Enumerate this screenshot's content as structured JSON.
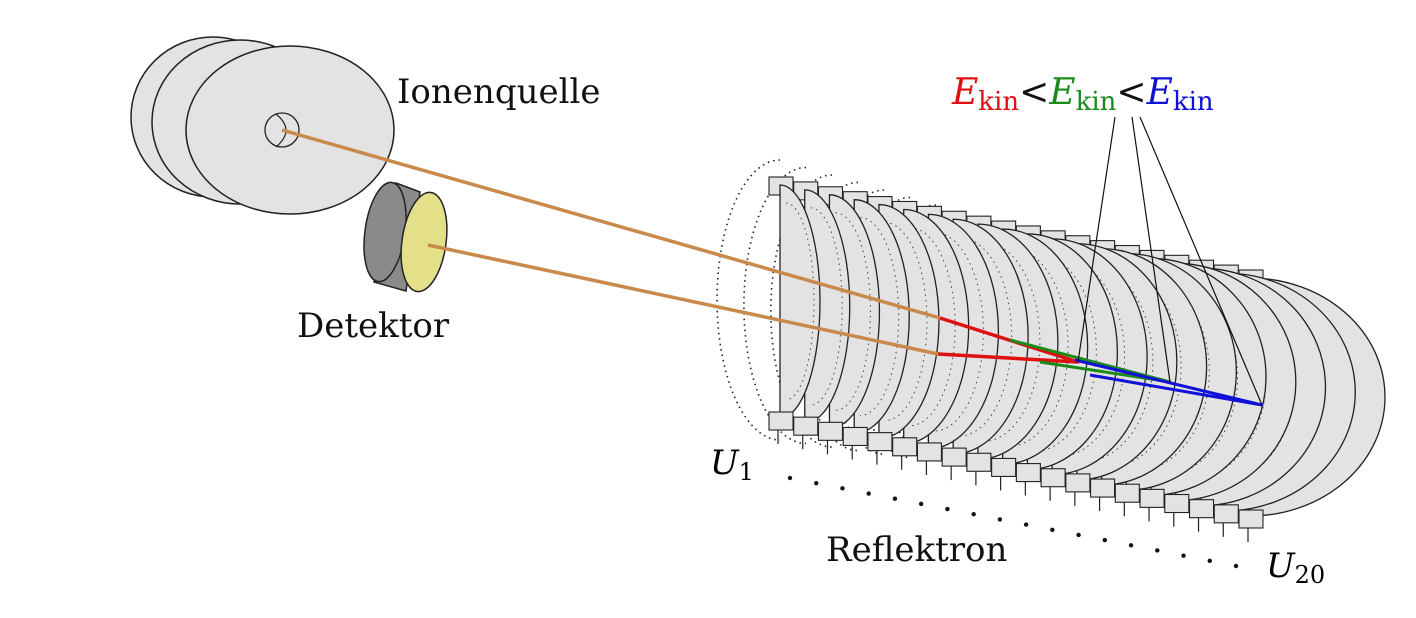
{
  "labels": {
    "ion_source": "Ionenquelle",
    "detector": "Detektor",
    "reflectron": "Reflektron"
  },
  "energy_legend": {
    "symbol": "E",
    "subscript": "kin",
    "separator": "<",
    "colors": [
      "#e01010",
      "#1a8a1a",
      "#1010d8"
    ]
  },
  "electrodes": {
    "first": {
      "symbol": "U",
      "index": "1"
    },
    "last": {
      "symbol": "U",
      "index": "20"
    },
    "count": 20
  },
  "colors": {
    "beam": "#c8894a",
    "disk_fill": "#e3e3e3",
    "detector_side": "#8a8a8a",
    "detector_face": "#e4e08a"
  }
}
